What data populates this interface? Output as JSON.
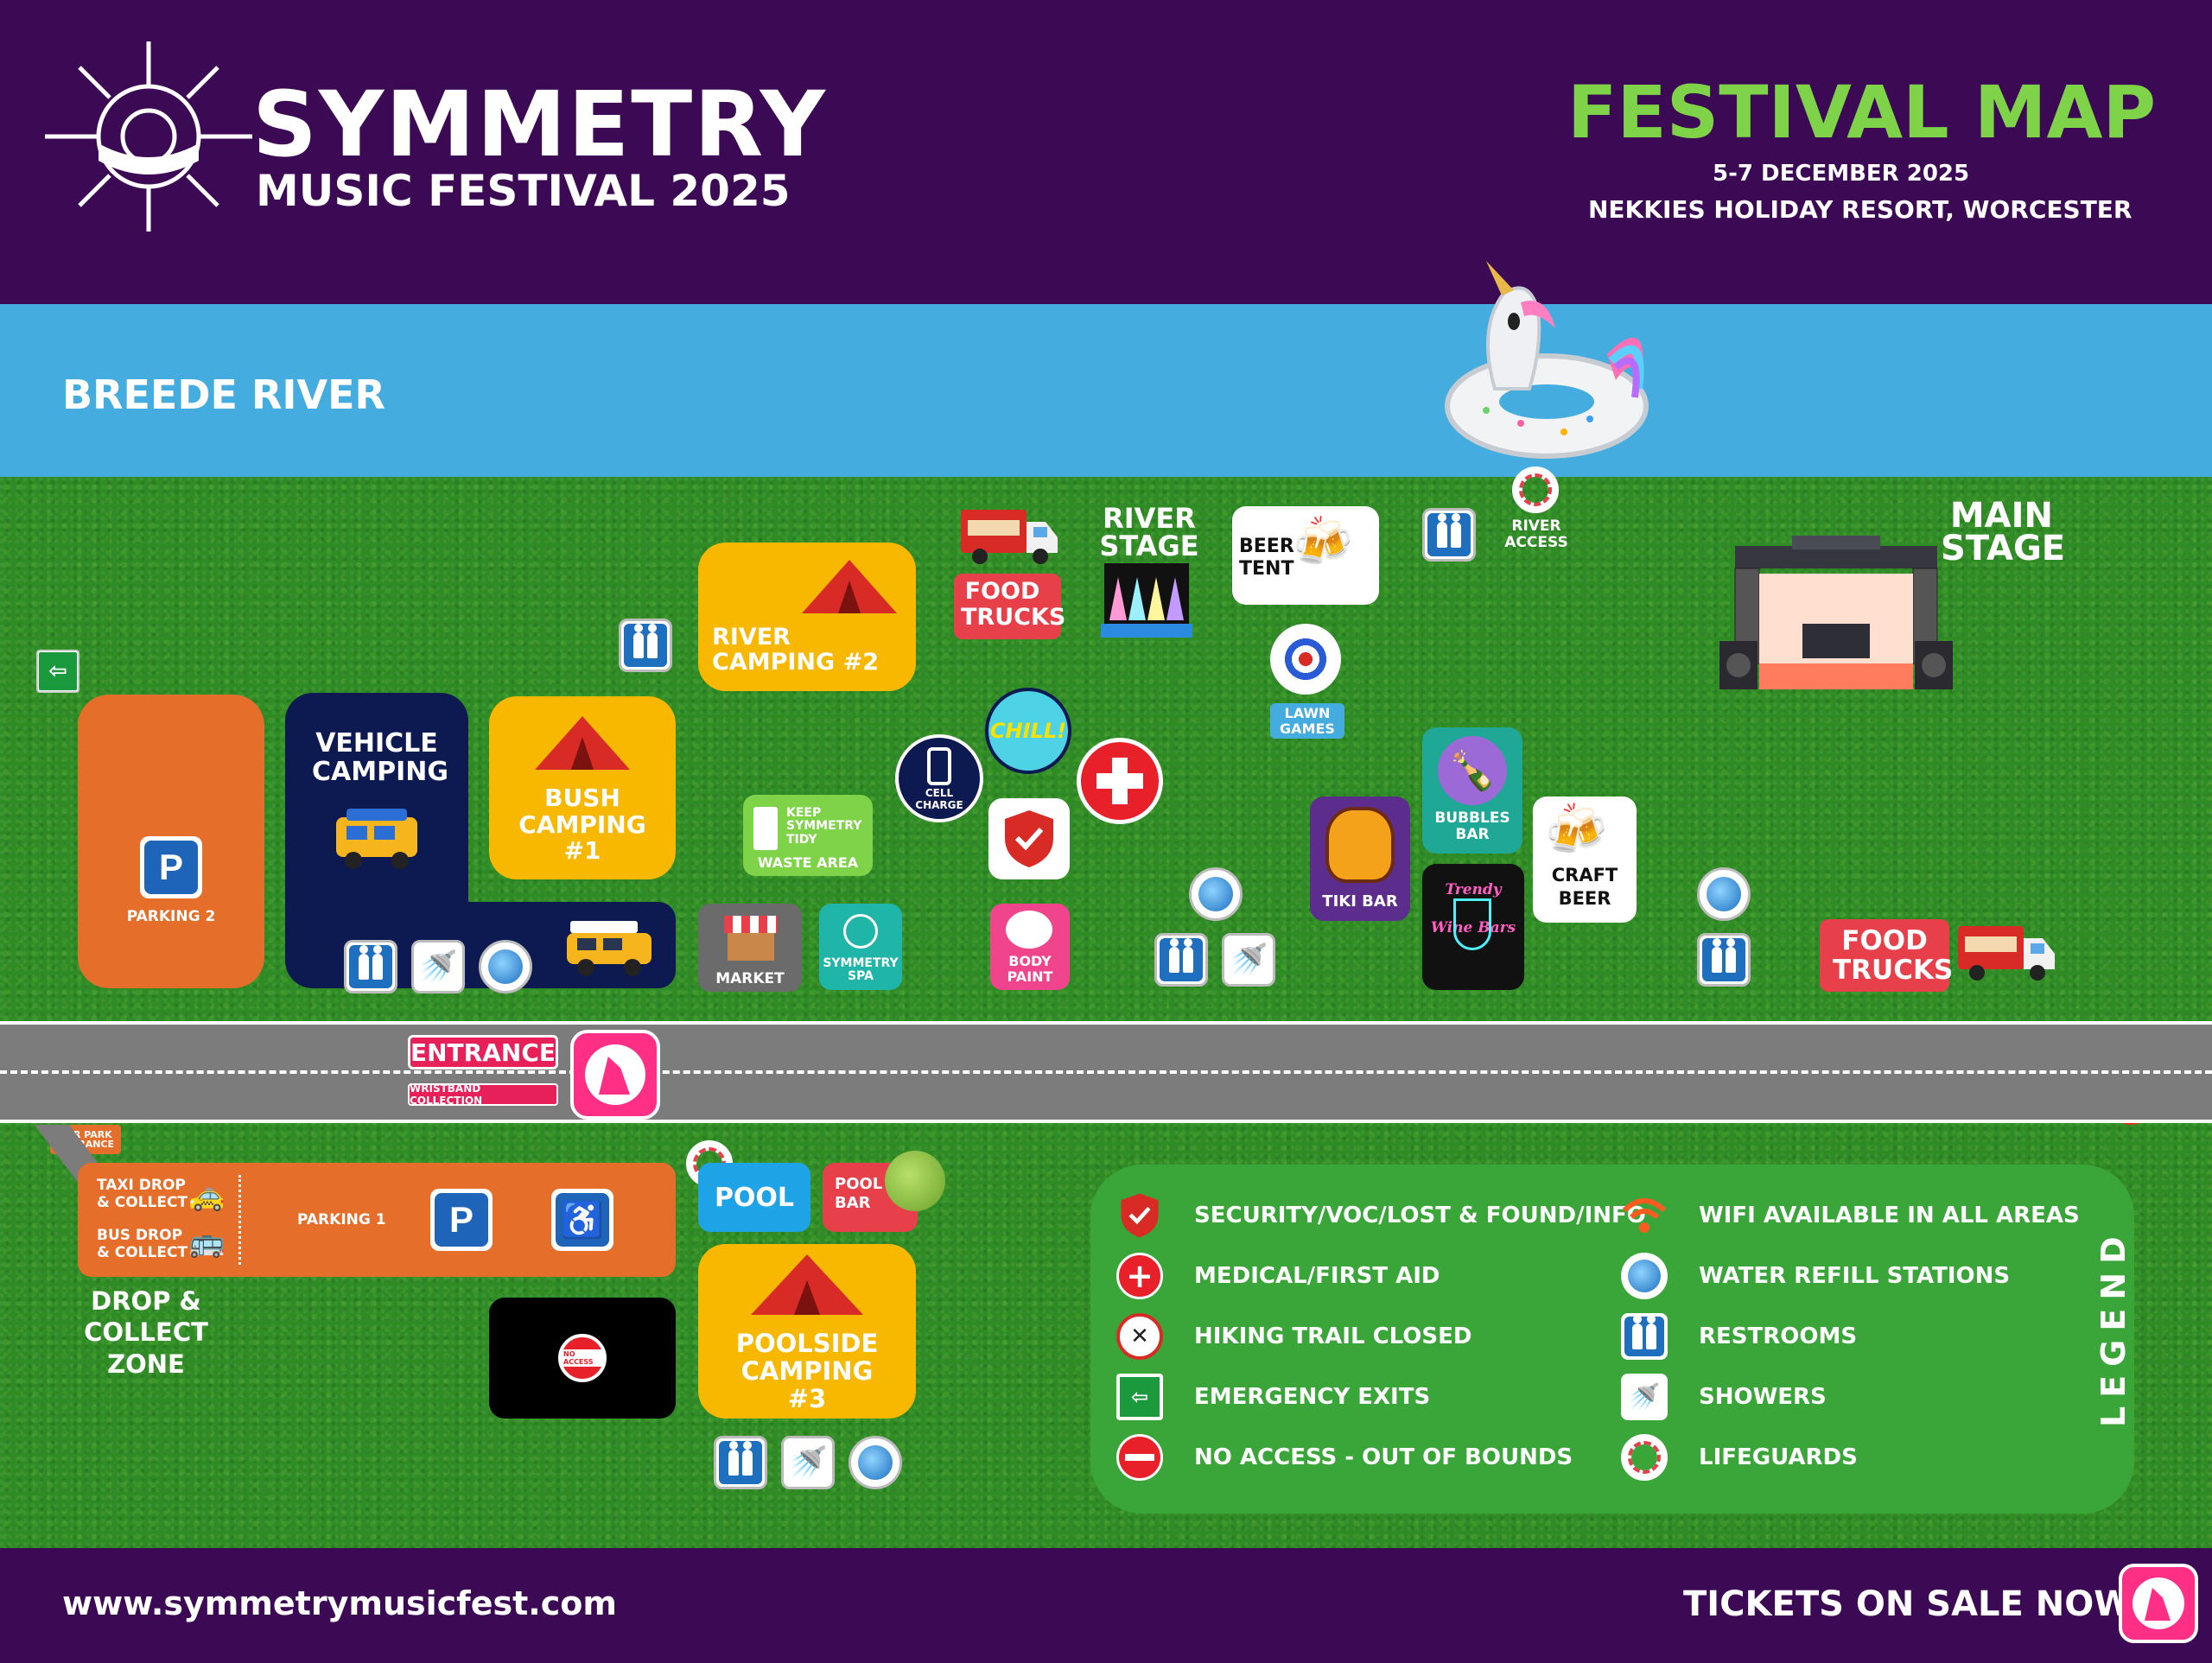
{
  "header": {
    "brand_title": "SYMMETRY",
    "brand_subtitle": "MUSIC FESTIVAL 2025",
    "map_title": "FESTIVAL MAP",
    "dates": "5-7 DECEMBER 2025",
    "venue": "NEKKIES HOLIDAY RESORT, WORCESTER"
  },
  "river": {
    "label": "BREEDE RIVER"
  },
  "areas": {
    "parking2": "PARKING 2",
    "vehicle_camping": "VEHICLE CAMPING",
    "bush_camping": "BUSH CAMPING #1",
    "river_camping": "RIVER CAMPING #2",
    "poolside_camping": "POOLSIDE CAMPING #3",
    "parking1": "PARKING 1",
    "taxi_drop": "TAXI DROP & COLLECT",
    "bus_drop": "BUS DROP & COLLECT",
    "drop_zone": "DROP & COLLECT ZONE",
    "car_park_entrance": "CAR PARK ENTRANCE",
    "no_access": "NO ACCESS"
  },
  "venues": {
    "food_trucks_top": "FOOD TRUCKS",
    "food_trucks_right": "FOOD TRUCKS",
    "river_stage": "RIVER STAGE",
    "beer_tent": "BEER TENT",
    "river_access": "RIVER ACCESS",
    "main_stage": "MAIN STAGE",
    "lawn_games": "LAWN GAMES",
    "chill": "CHILL!",
    "cell_charge": "CELL CHARGE",
    "keep_tidy": "KEEP SYMMETRY TIDY",
    "waste_area": "WASTE AREA",
    "market": "MARKET",
    "spa": "SYMMETRY SPA",
    "body_paint": "BODY PAINT",
    "tiki_bar": "TIKI BAR",
    "bubbles_bar": "BUBBLES BAR",
    "craft_beer": "CRAFT BEER",
    "wine_bar": "Trendy Wine Bars",
    "pool": "POOL",
    "pool_bar": "POOL BAR"
  },
  "road": {
    "entrance": "ENTRANCE",
    "wristband": "WRISTBAND COLLECTION",
    "emergency_exit": "EMERGENCY EXIT"
  },
  "legend": {
    "title": "LEGEND",
    "items_left": [
      "SECURITY/VOC/LOST & FOUND/INFO",
      "MEDICAL/FIRST AID",
      "HIKING TRAIL CLOSED",
      "EMERGENCY EXITS",
      "NO ACCESS - OUT OF BOUNDS"
    ],
    "items_right": [
      "WIFI AVAILABLE IN ALL AREAS",
      "WATER REFILL STATIONS",
      "RESTROOMS",
      "SHOWERS",
      "LIFEGUARDS"
    ],
    "icons_left": [
      "shield-icon",
      "medical-cross-icon",
      "hiking-closed-icon",
      "emergency-exit-icon",
      "no-access-icon"
    ],
    "icons_right": [
      "wifi-icon",
      "water-drop-icon",
      "restroom-icon",
      "shower-icon",
      "lifebuoy-icon"
    ]
  },
  "footer": {
    "website": "www.symmetrymusicfest.com",
    "tickets": "TICKETS ON SALE NOW"
  },
  "colors": {
    "purple": "#3c0a55",
    "river": "#45ace0",
    "grass": "#2f8c25",
    "orange": "#e56f2a",
    "yellow": "#f8b800",
    "navy": "#0d1a52",
    "green_title": "#7ed348",
    "red": "#e8404a",
    "legend_bg": "#3aa63a"
  }
}
